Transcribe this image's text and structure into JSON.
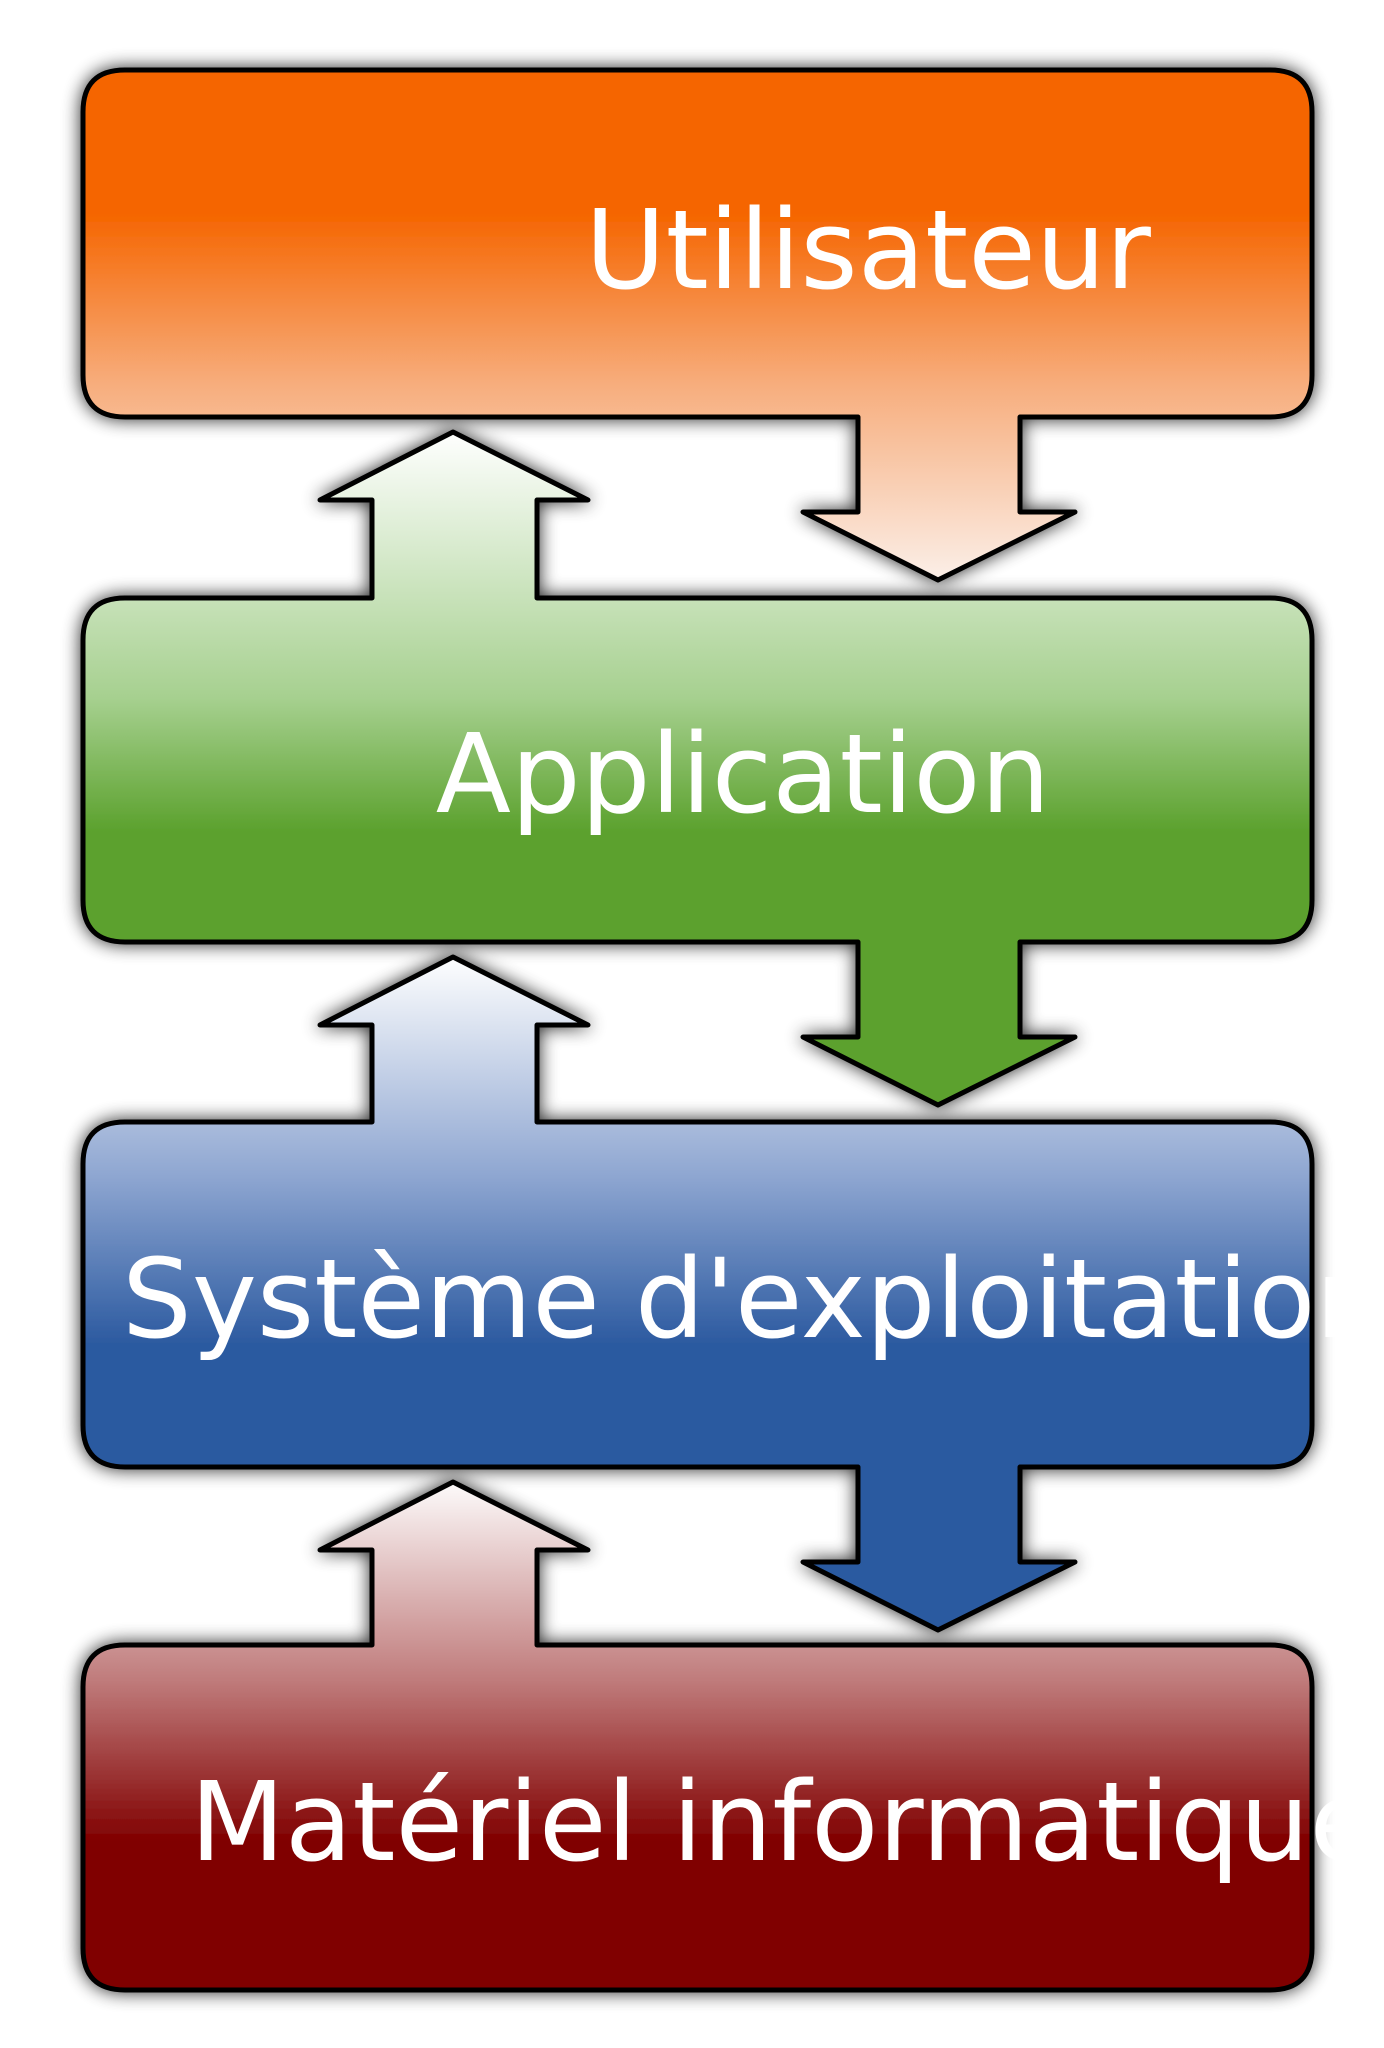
{
  "diagram": {
    "title": "",
    "layers": [
      {
        "id": "utilisateur",
        "label": "Utilisateur",
        "colors": {
          "top": "#f56500",
          "bottom": "#f7c4a5"
        }
      },
      {
        "id": "application",
        "label": "Application",
        "colors": {
          "top": "#a6d08f",
          "bottom": "#5ba12d"
        }
      },
      {
        "id": "systeme",
        "label": "Système d'exploitation",
        "colors": {
          "top": "#8ea6d1",
          "bottom": "#2c5aa0"
        }
      },
      {
        "id": "materiel",
        "label": "Matériel informatique",
        "colors": {
          "top": "#c07c7c",
          "bottom": "#800000"
        }
      }
    ],
    "arrow_colors": {
      "down_1": {
        "top": "#f7b37f",
        "bottom": "#fae6dc"
      },
      "up_1": {
        "top": "#ffffff",
        "bottom": "#c8e2b8"
      },
      "up_2": {
        "top": "#ffffff",
        "bottom": "#b4c8e6"
      },
      "up_3": {
        "top": "#ffffff",
        "bottom": "#dcb4b4"
      }
    },
    "stroke_color": "#000000",
    "text_color": "#ffffff"
  }
}
